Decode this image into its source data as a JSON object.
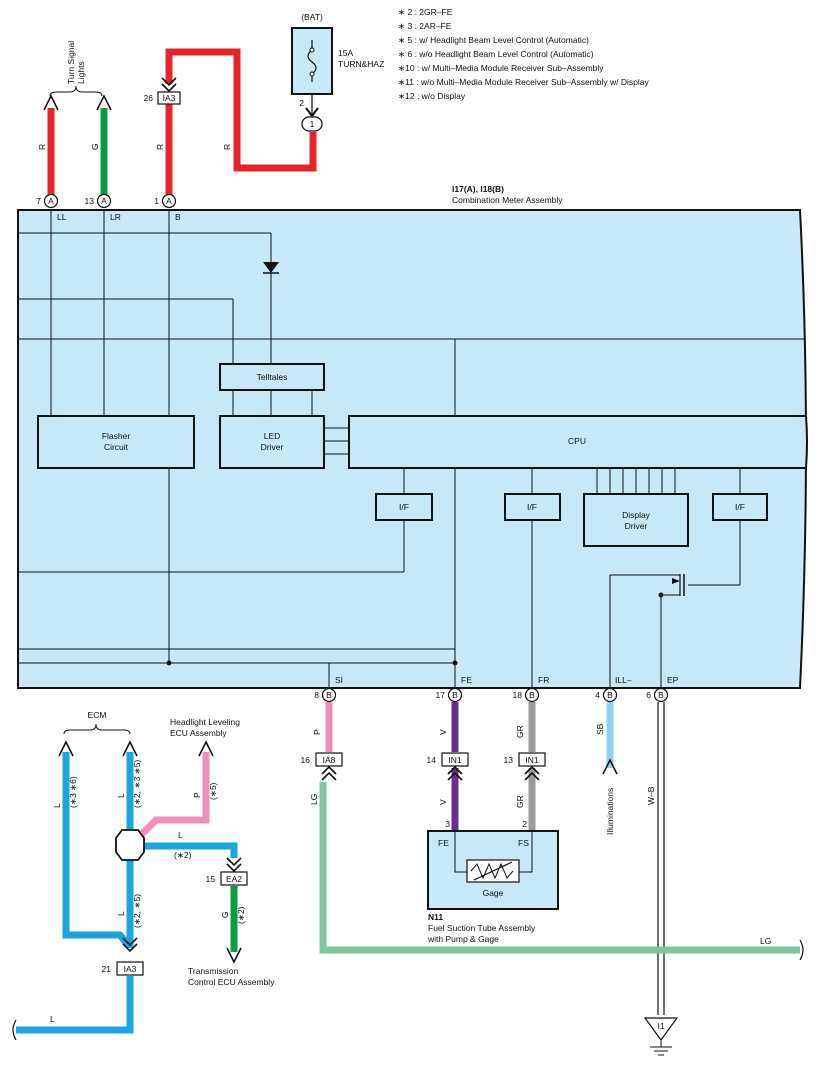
{
  "notes": [
    "∗ 2 : 2GR–FE",
    "∗ 3 : 2AR–FE",
    "∗ 5 : w/ Headlight Beam Level Control (Automatic)",
    "∗ 6 : w/o Headlight Beam Level Control (Automatic)",
    "∗10 : w/ Multi–Media Module Receiver Sub–Assembly",
    "∗11 : w/o Multi–Media Module Receiver Sub–Assembly w/ Display",
    "∗12 : w/o Display"
  ],
  "top": {
    "turn_signal_label": [
      "Turn Signal",
      "Lights"
    ],
    "bat_label": "(BAT)",
    "fuse_rating": "15A",
    "fuse_name": "TURN&HAZ",
    "fuse_pin": "2",
    "junction_1": "1",
    "ia3_pin": "26",
    "ia3_label": "IA3"
  },
  "meter": {
    "ref": "I17(A), I18(B)",
    "name": "Combination Meter Assembly",
    "top_pins": [
      {
        "num": "7",
        "conn": "A",
        "label": "LL",
        "wire": "R"
      },
      {
        "num": "13",
        "conn": "A",
        "label": "LR",
        "wire": "G"
      },
      {
        "num": "1",
        "conn": "A",
        "label": "B",
        "wire": "R"
      }
    ],
    "blocks": {
      "telltales": "Telltales",
      "flasher": [
        "Flasher",
        "Circuit"
      ],
      "led_driver": [
        "LED",
        "Driver"
      ],
      "cpu": "CPU",
      "if1": "I/F",
      "if2": "I/F",
      "if3": "I/F",
      "display_driver": [
        "Display",
        "Driver"
      ]
    },
    "bottom_pins": [
      {
        "num": "8",
        "conn": "B",
        "label": "SI",
        "wire": "P"
      },
      {
        "num": "17",
        "conn": "B",
        "label": "FE",
        "wire": "V"
      },
      {
        "num": "18",
        "conn": "B",
        "label": "FR",
        "wire": "GR"
      },
      {
        "num": "4",
        "conn": "B",
        "label": "ILL–",
        "wire": "SB"
      },
      {
        "num": "6",
        "conn": "B",
        "label": "EP",
        "wire": "W–B"
      }
    ],
    "wire_r_mid": "R"
  },
  "lower": {
    "ecm": "ECM",
    "headlight_ecu": [
      "Headlight Leveling",
      "ECU Assembly"
    ],
    "wire_l1": "L",
    "wire_l1_note": "(∗3 ∗6)",
    "wire_l2": "L",
    "wire_l2_note": "(∗2, ∗3 ∗5)",
    "wire_p": "P",
    "wire_p_note": "(∗5)",
    "wire_l3": "L",
    "wire_l3_note": "(∗2)",
    "wire_l4": "L",
    "wire_l4_note": "(∗2, ∗5)",
    "ea2_pin": "15",
    "ea2_label": "EA2",
    "wire_g": "G",
    "wire_g_note": "(∗2)",
    "tcm": [
      "Transmission",
      "Control ECU Assembly"
    ],
    "ia3b_pin": "21",
    "ia3b_label": "IA3",
    "wire_l5": "L",
    "ia8_pin": "16",
    "ia8_label": "IA8",
    "wire_lg": "LG",
    "wire_lg2": "LG",
    "in1a_pin": "14",
    "in1a_label": "IN1",
    "in1b_pin": "13",
    "in1b_label": "IN1",
    "wire_v2": "V",
    "wire_gr2": "GR",
    "n11_pin_fe": "3",
    "n11_pin_fs": "2",
    "n11_fe": "FE",
    "n11_fs": "FS",
    "gage": "Gage",
    "n11_ref": "N11",
    "n11_name": [
      "Fuel Suction Tube Assembly",
      "with Pump & Gage"
    ],
    "illuminations": "Illuminations",
    "ground": "I1"
  },
  "colors": {
    "red": "#e8232a",
    "green": "#0d9b48",
    "pink": "#ef8fb8",
    "violet": "#6b2d8f",
    "gray": "#9a9a9a",
    "skyblue": "#8fd1ee",
    "blue": "#1aa5e0",
    "lightgreen": "#7fc79a",
    "box_fill": "#c8e8f7"
  }
}
